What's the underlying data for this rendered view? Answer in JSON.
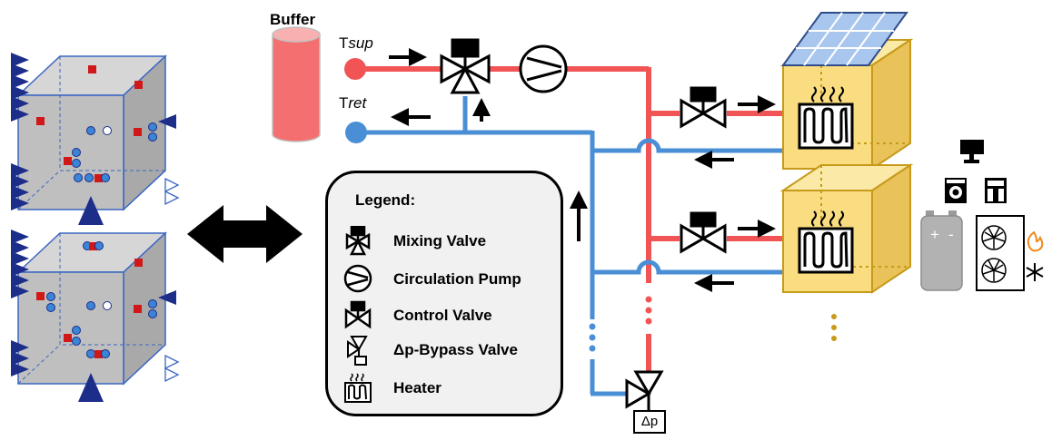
{
  "labels": {
    "buffer": "Buffer",
    "t_sup_prefix": "T",
    "t_sup_sub": "sup",
    "t_ret_prefix": "T",
    "t_ret_sub": "ret",
    "delta_p": "Δp"
  },
  "legend": {
    "title": "Legend:",
    "items": [
      {
        "label": "Mixing Valve",
        "icon": "mixing-valve-icon"
      },
      {
        "label": "Circulation Pump",
        "icon": "circulation-pump-icon"
      },
      {
        "label": "Control Valve",
        "icon": "control-valve-icon"
      },
      {
        "label": "Δp-Bypass Valve",
        "icon": "bypass-valve-icon"
      },
      {
        "label": "Heater",
        "icon": "heater-icon"
      }
    ]
  },
  "colors": {
    "supply": "#f05454",
    "return": "#4a8fd6",
    "room_face": "#f9dd80",
    "room_edge": "#c79a1a",
    "cube_face": "#b8b8b8",
    "cube_edge": "#3a66c2",
    "sensor_red": "#d01818",
    "marker_blue": "#1c2d8a",
    "buffer_fill": "#f47070"
  }
}
